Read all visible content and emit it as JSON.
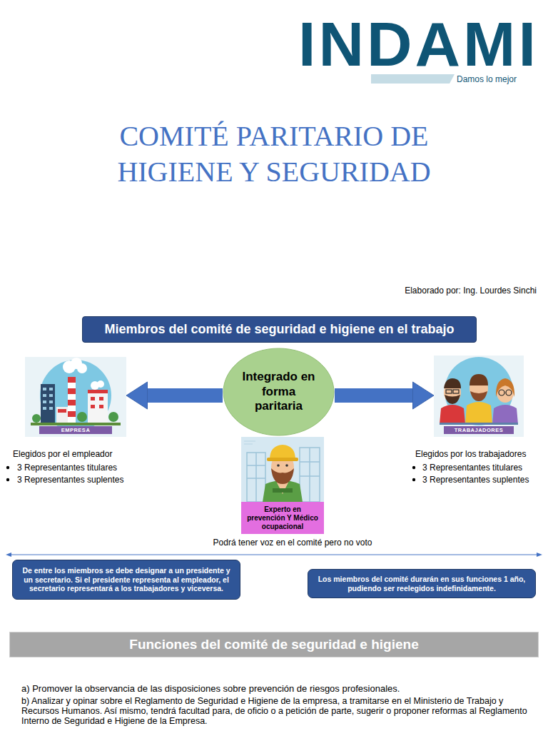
{
  "diagram": {
    "title": "COMITÉ PARITARIO DE HIGIENE Y SEGURIDAD",
    "nodes": [
      {
        "text": [
          "Miembros del comité de seguridad e higiene en el trabajo"
        ]
      },
      {
        "text": [
          "EMPRESA"
        ]
      },
      {
        "text": [
          "Integrado en forma paritaria"
        ]
      },
      {
        "text": [
          "TRABAJADORES"
        ]
      },
      {
        "text": [
          "Experto en prevención Y Médico ocupacional"
        ]
      },
      {
        "text": [
          "De entre los miembros se debe designar a un presidente y un secretario. Si el presidente representa al empleador, el secretario representará a los trabajadores y viceversa."
        ]
      },
      {
        "text": [
          "Los miembros del comité durarán en sus funciones 1 año, pudiendo ser reelegidos indefinidamente."
        ]
      },
      {
        "text": [
          "Funciones del comité de seguridad e higiene"
        ]
      }
    ],
    "edges": [
      {
        "from": 2,
        "to": 1,
        "arrow": "to"
      },
      {
        "from": 2,
        "to": 3,
        "arrow": "to"
      }
    ],
    "labels": [
      "INDAMI",
      "Damos lo mejor",
      "Elaborado por: Ing. Lourdes Sinchi",
      "Elegidos por el empleador",
      "3 Representantes titulares",
      "3 Representantes suplentes",
      "Elegidos por los trabajadores",
      "3 Representantes titulares",
      "3 Representantes suplentes",
      "Podrá tener voz en el comité pero no voto",
      "a) Promover la observancia de las disposiciones sobre prevención de riesgos profesionales.",
      "b) Analizar y opinar sobre el Reglamento de Seguridad e Higiene de la empresa, a tramitarse en el Ministerio de Trabajo y Recursos Humanos. Así mismo, tendrá facultad para, de oficio o a petición de parte, sugerir o proponer reformas al Reglamento Interno de Seguridad e Higiene de la Empresa."
    ]
  }
}
